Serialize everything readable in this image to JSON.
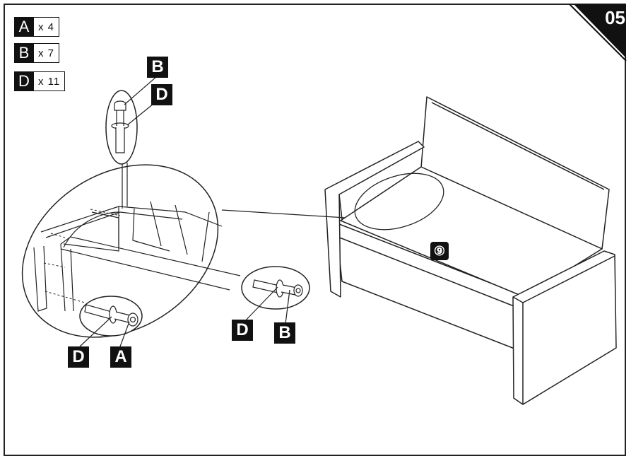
{
  "step": {
    "number": "05"
  },
  "legend": [
    {
      "key": "A",
      "count": "x 4"
    },
    {
      "key": "B",
      "count": "x 7"
    },
    {
      "key": "D",
      "count": "x 11"
    }
  ],
  "callouts": {
    "top_b": "B",
    "top_d": "D",
    "right_d": "D",
    "right_b": "B",
    "bottom_d": "D",
    "bottom_a": "A"
  },
  "part_number": "⑨"
}
